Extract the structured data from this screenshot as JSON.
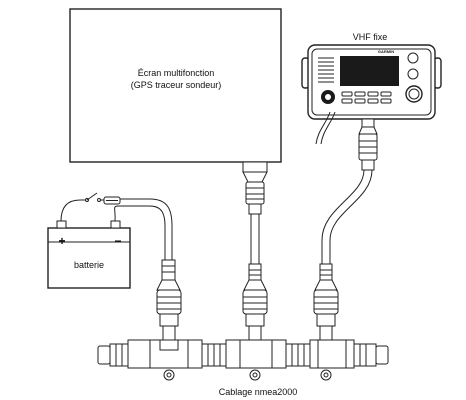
{
  "mfd": {
    "line1": "Écran multifonction",
    "line2": "(GPS traceur sondeur)"
  },
  "vhf": {
    "title": "VHF fixe",
    "brand": "GARMIN"
  },
  "battery": {
    "label": "batterie",
    "plus": "+",
    "minus": "−"
  },
  "backbone": {
    "caption": "Cablage nmea2000"
  }
}
